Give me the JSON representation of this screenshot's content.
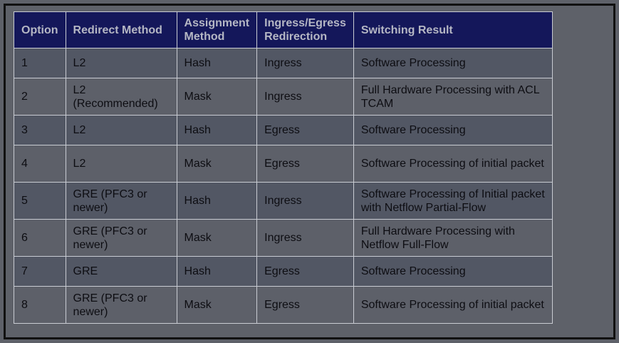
{
  "headers": [
    "Option",
    "Redirect Method",
    "Assignment Method",
    "Ingress/Egress Redirection",
    "Switching Result"
  ],
  "rows": [
    [
      "1",
      "L2",
      "Hash",
      "Ingress",
      "Software Processing"
    ],
    [
      "2",
      "L2 (Recommended)",
      "Mask",
      "Ingress",
      "Full Hardware Processing with ACL TCAM"
    ],
    [
      "3",
      "L2",
      "Hash",
      "Egress",
      "Software Processing"
    ],
    [
      "4",
      "L2",
      "Mask",
      "Egress",
      "Software Processing of initial packet"
    ],
    [
      "5",
      "GRE (PFC3 or newer)",
      "Hash",
      "Ingress",
      "Software Processing of Initial packet with Netflow Partial-Flow"
    ],
    [
      "6",
      "GRE (PFC3 or newer)",
      "Mask",
      "Ingress",
      "Full Hardware Processing with Netflow Full-Flow"
    ],
    [
      "7",
      "GRE",
      "Hash",
      "Egress",
      "Software Processing"
    ],
    [
      "8",
      "GRE (PFC3 or newer)",
      "Mask",
      "Egress",
      "Software Processing of initial packet"
    ]
  ],
  "colors": {
    "header_bg": "#14175a",
    "header_text": "#b5b7c4",
    "row_alt": "#525764",
    "row_base": "#5d6069",
    "cell_text": "#0d0d12"
  }
}
